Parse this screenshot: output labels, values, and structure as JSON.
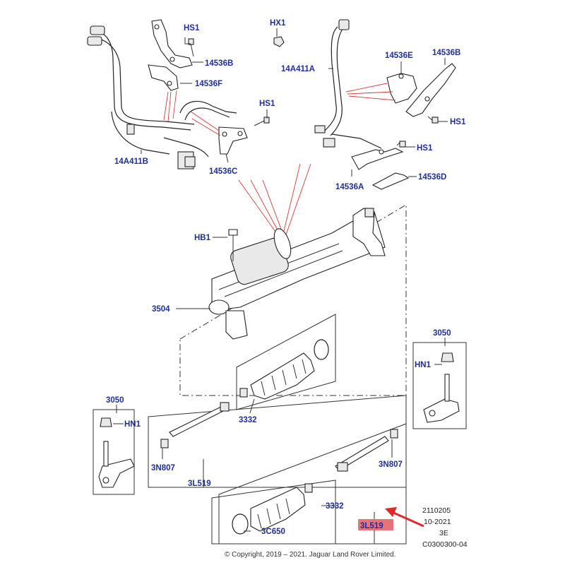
{
  "diagram": {
    "labels": {
      "hs1_top": "HS1",
      "hx1": "HX1",
      "p14536b_left": "14536B",
      "p14536f": "14536F",
      "p14a411a": "14A411A",
      "p14536e": "14536E",
      "p14536b_right": "14536B",
      "hs1_mid": "HS1",
      "hs1_right_top": "HS1",
      "hs1_right_mid": "HS1",
      "p14a411b": "14A411B",
      "p14536c": "14536C",
      "p14536a": "14536A",
      "p14536d": "14536D",
      "hb1": "HB1",
      "p3504": "3504",
      "p3050_right": "3050",
      "hn1_right": "HN1",
      "p3050_left": "3050",
      "hn1_left": "HN1",
      "p3332_upper": "3332",
      "p3n807_left": "3N807",
      "p3l519_left": "3L519",
      "p3n807_right": "3N807",
      "p3332_lower": "3332",
      "p3c650": "3C650",
      "p3l519_highlight": "3L519"
    },
    "highlight_color": "#e8727a",
    "label_color": "#1f2f9a",
    "meta": {
      "code1": "2110205",
      "date": "10-2021",
      "rev": "3E",
      "ref": "C0300300-04"
    },
    "copyright": "© Copyright, 2019 – 2021. Jaguar Land Rover Limited."
  }
}
